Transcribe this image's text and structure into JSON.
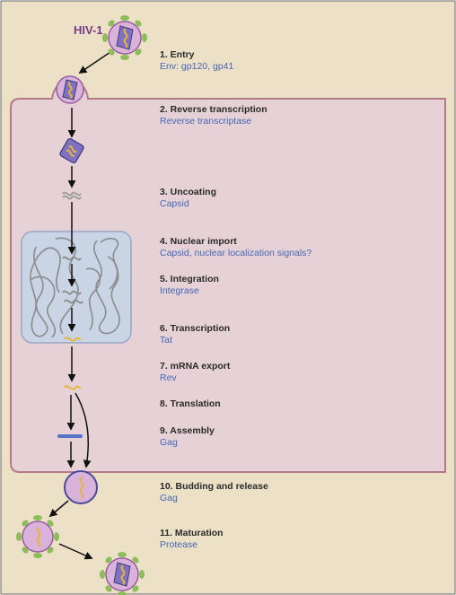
{
  "virus_label": "HIV-1",
  "steps": [
    {
      "title": "1. Entry",
      "factor": "Env: gp120, gp41"
    },
    {
      "title": "2. Reverse transcription",
      "factor": "Reverse transcriptase"
    },
    {
      "title": "3. Uncoating",
      "factor": "Capsid"
    },
    {
      "title": "4. Nuclear import",
      "factor": "Capsid, nuclear localization signals?"
    },
    {
      "title": "5. Integration",
      "factor": "Integrase"
    },
    {
      "title": "6. Transcription",
      "factor": "Tat"
    },
    {
      "title": "7. mRNA export",
      "factor": "Rev"
    },
    {
      "title": "8. Translation",
      "factor": ""
    },
    {
      "title": "9. Assembly",
      "factor": "Gag"
    },
    {
      "title": "10. Budding and release",
      "factor": "Gag"
    },
    {
      "title": "11. Maturation",
      "factor": "Protease"
    }
  ],
  "colors": {
    "background": "#ece0c6",
    "cell": "#e6d2d6",
    "nucleus": "#c9d4e5",
    "virion": "#d9b3da",
    "capsid": "#7f72c0",
    "rna": "#e9b43a",
    "env_spike": "#8dbd5a",
    "label_factor": "#4566b6",
    "label_virus": "#7a3a8a"
  }
}
